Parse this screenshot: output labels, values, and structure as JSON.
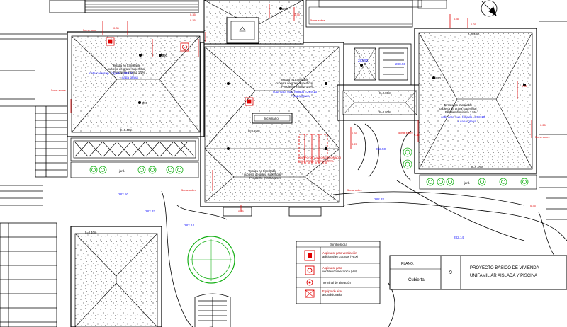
{
  "plan": {
    "roof_note": "Terraza no transitable cubierta de grava superficial Pendiente mínima 1.5%",
    "roof_note_l1": "Terraza no transitable",
    "roof_note_l2": "cubierta de grava superficial",
    "roof_note_l3": "Pendiente mínima 1.5%",
    "cota_l1": "cota cara sup. forjado =289.10",
    "cota_l2": "+ capa grava",
    "skylight": "lucernario",
    "ac_unit_l1": "EQUIPO DE A/ACONDICIONADO",
    "ac_unit_l2": "COLOCADO EN CUBIERTA",
    "jardin": "jard.",
    "sump_label": "5cms sobre",
    "sump_label_alt": "5cms sobe",
    "elev_282_50": "282.50",
    "elev_282_32": "282.32",
    "elev_282_14": "282.14",
    "elev_283_90": "283.90",
    "elev_288_50": "288.50",
    "h040": "h=0.40m",
    "h080": "h=0.80m",
    "h040v": "h=0.40m",
    "phi90": "Ø90",
    "d035": "0.35",
    "d025": "0.25"
  },
  "legend": {
    "title": "Simbología",
    "items": [
      {
        "l1": "Aspirador para ventilación",
        "l2": "adicional en cocinas (VEX)"
      },
      {
        "l1": "Aspirador para",
        "l2": "ventilación mecánica (VM)"
      },
      {
        "l1": "Terminal de aireación",
        "l2": ""
      },
      {
        "l1": "Equipo de aire",
        "l2": "acondicionado"
      }
    ]
  },
  "titleblock": {
    "plano_label": "PLANO:",
    "plano_value": "Cubierta",
    "number": "9",
    "project_l1": "PROYECTO BÁSICO DE VIVIENDA",
    "project_l2": "UNIFAMILIAR AISLADA Y PISCINA"
  },
  "colors": {
    "line": "#000000",
    "annotation": "#e00000",
    "elevation": "#1a1aff",
    "garden": "#16b016"
  }
}
